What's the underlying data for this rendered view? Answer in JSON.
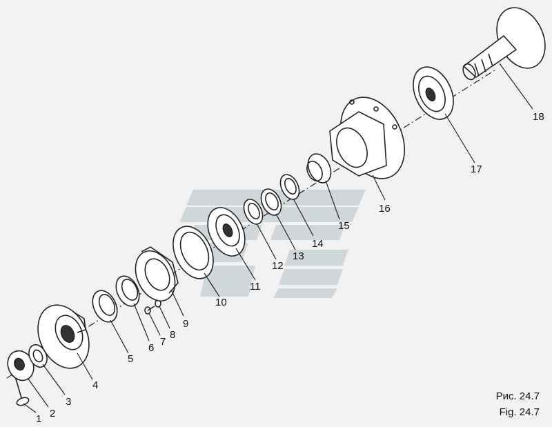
{
  "figure": {
    "caption_ru": "Рис. 24.7",
    "caption_en": "Fig. 24.7"
  },
  "callouts": [
    "1",
    "2",
    "3",
    "4",
    "5",
    "6",
    "7",
    "8",
    "9",
    "10",
    "11",
    "12",
    "13",
    "14",
    "15",
    "16",
    "17",
    "18"
  ],
  "colors": {
    "ink": "#222222",
    "background": "#f2f2f2",
    "watermark": "#c9d2d6"
  }
}
